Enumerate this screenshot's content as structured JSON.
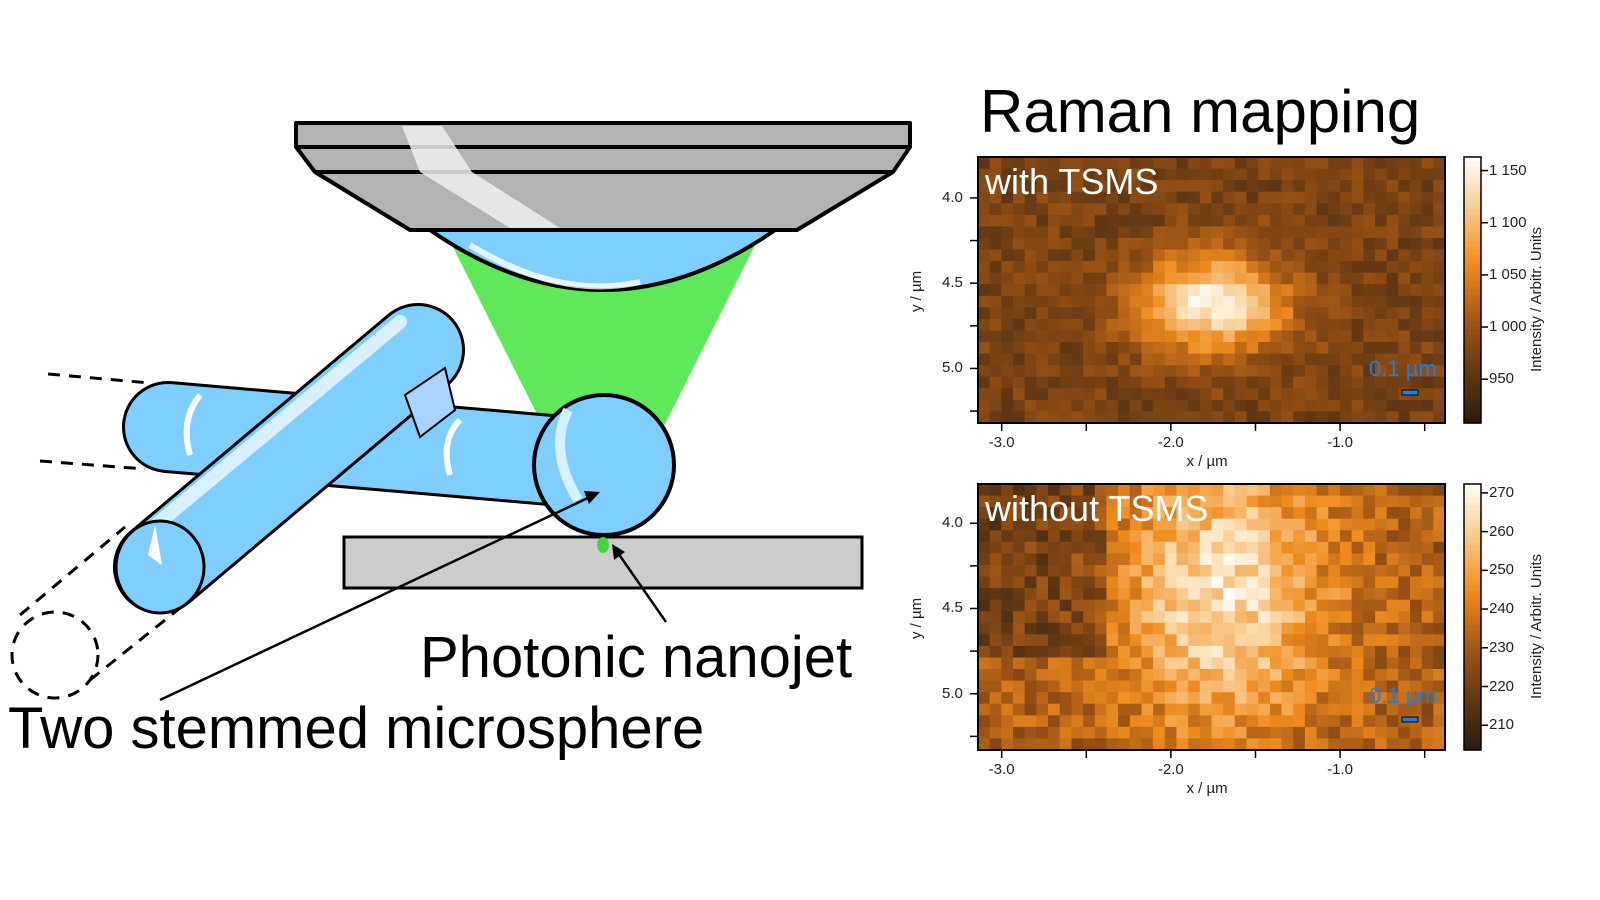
{
  "diagram": {
    "label_nanojet": "Photonic nanojet",
    "label_microsphere": "Two stemmed microsphere",
    "colors": {
      "lens": "#7ecfff",
      "laser": "#5ee85a",
      "objective": "#b3b3b3",
      "substrate": "#cccccc"
    }
  },
  "title": "Raman mapping",
  "chart_data": [
    {
      "type": "heatmap",
      "label": "with TSMS",
      "xlabel": "x / µm",
      "ylabel": "y / µm",
      "xlim": [
        -3.14,
        -0.38
      ],
      "ylim": [
        5.32,
        3.76
      ],
      "xticks": [
        {
          "v": -3.0,
          "t": "-3.0"
        },
        {
          "v": -2.0,
          "t": "-2.0"
        },
        {
          "v": -1.0,
          "t": "-1.0"
        }
      ],
      "xminor": [
        -2.5,
        -1.5,
        -0.5
      ],
      "yticks": [
        {
          "v": 4.0,
          "t": "4.0"
        },
        {
          "v": 4.5,
          "t": "4.5"
        },
        {
          "v": 5.0,
          "t": "5.0"
        }
      ],
      "yminor": [
        4.25,
        4.75,
        5.25
      ],
      "colorbar": {
        "label": "Intensity / Arbitr. Units",
        "range": [
          908,
          1163
        ],
        "ticks": [
          {
            "v": 1150,
            "t": "1 150"
          },
          {
            "v": 1100,
            "t": "1 100"
          },
          {
            "v": 1050,
            "t": "1 050"
          },
          {
            "v": 1000,
            "t": "1 000"
          },
          {
            "v": 950,
            "t": "950"
          }
        ]
      },
      "scalebar": "0.1 µm",
      "hotspot": {
        "x": -1.75,
        "y": 4.62,
        "peak": 1150,
        "background": 975
      }
    },
    {
      "type": "heatmap",
      "label": "without TSMS",
      "xlabel": "x / µm",
      "ylabel": "y / µm",
      "xlim": [
        -3.14,
        -0.38
      ],
      "ylim": [
        5.33,
        3.77
      ],
      "xticks": [
        {
          "v": -3.0,
          "t": "-3.0"
        },
        {
          "v": -2.0,
          "t": "-2.0"
        },
        {
          "v": -1.0,
          "t": "-1.0"
        }
      ],
      "xminor": [
        -2.5,
        -1.5,
        -0.5
      ],
      "yticks": [
        {
          "v": 4.0,
          "t": "4.0"
        },
        {
          "v": 4.5,
          "t": "4.5"
        },
        {
          "v": 5.0,
          "t": "5.0"
        }
      ],
      "yminor": [
        4.25,
        4.75,
        5.25
      ],
      "colorbar": {
        "label": "Intensity / Arbitr. Units",
        "range": [
          203.6,
          272.3
        ],
        "ticks": [
          {
            "v": 270,
            "t": "270"
          },
          {
            "v": 260,
            "t": "260"
          },
          {
            "v": 250,
            "t": "250"
          },
          {
            "v": 240,
            "t": "240"
          },
          {
            "v": 230,
            "t": "230"
          },
          {
            "v": 220,
            "t": "220"
          },
          {
            "v": 210,
            "t": "210"
          }
        ]
      },
      "scalebar": "0.1 µm",
      "hotspot": {
        "x": -1.7,
        "y": 4.4,
        "peak": 265,
        "background": 232
      }
    }
  ]
}
